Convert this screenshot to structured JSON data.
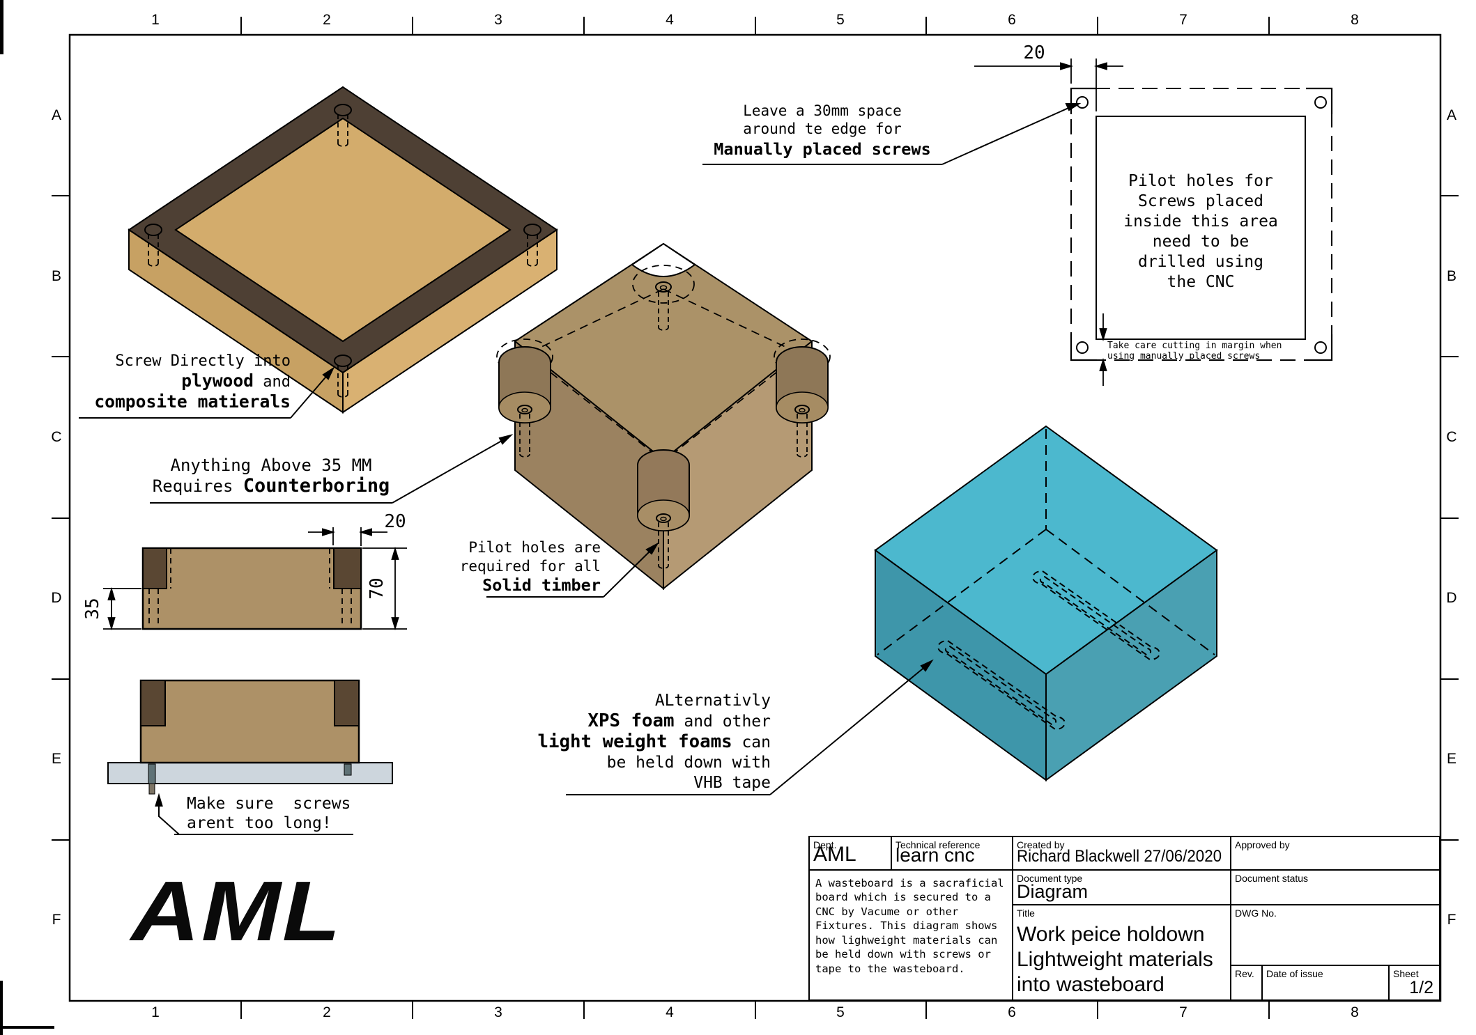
{
  "grid": {
    "cols": [
      "1",
      "2",
      "3",
      "4",
      "5",
      "6",
      "7",
      "8"
    ],
    "rows": [
      "A",
      "B",
      "C",
      "D",
      "E",
      "F"
    ]
  },
  "logo": "AML",
  "notes": {
    "space": {
      "l1": "Leave a 30mm space",
      "l2": "around te edge for",
      "l3": "Manually placed screws"
    },
    "screw_direct": {
      "l1": "Screw Directly into",
      "l2b": "plywood",
      "l2r": " and",
      "l3": "composite matierals"
    },
    "counterbore": {
      "l1": "Anything Above 35 MM",
      "l2r": "Requires ",
      "l2b": "Counterboring"
    },
    "pilot": {
      "l1": "Pilot holes are",
      "l2": "required for all",
      "l3": "Solid timber"
    },
    "foam": {
      "l1": "ALternativly",
      "l2b": "XPS foam",
      "l2r": " and other",
      "l3b": "light weight foams",
      "l3r": " can",
      "l4": "be held down with",
      "l5": "VHB tape"
    },
    "screw_length": {
      "l1": "Make sure  screws",
      "l2": "arent too long!"
    },
    "detail_area": "Pilot holes for\nScrews placed\ninside this area\nneed to be\ndrilled using\nthe CNC",
    "detail_margin_note": "Take care cutting in margin when\nusing manually placed screws"
  },
  "dims": {
    "detail_margin": "20",
    "counterbore_width": "20",
    "board_thickness": "70",
    "counterbore_depth": "35"
  },
  "title_block": {
    "dept_label": "Dept.",
    "dept_value": "AML",
    "techref_label": "Technical reference",
    "techref_value": "learn cnc",
    "created_label": "Created by",
    "created_value": "Richard Blackwell 27/06/2020",
    "approved_label": "Approved by",
    "doctype_label": "Document type",
    "doctype_value": "Diagram",
    "docstatus_label": "Document status",
    "title_label": "Title",
    "title_value": "Work peice holdown\nLightweight materials\ninto wasteboard",
    "dwg_label": "DWG No.",
    "rev_label": "Rev.",
    "date_label": "Date of issue",
    "sheet_label": "Sheet",
    "sheet_value": "1/2",
    "description": "A wasteboard is a sacraficial\nboard which is secured to a\nCNC by Vacume or other\nFixtures. This diagram shows\nhow lighweight materials can\nbe held down with screws or\ntape to the wasteboard."
  },
  "colors": {
    "plywood_top": "#d3ac6c",
    "plywood_side_l": "#c7a163",
    "plywood_side_r": "#d9b172",
    "frame_dark": "#4e4034",
    "timber_top": "#ab9268",
    "timber_side_l": "#9b8260",
    "timber_side_r": "#b59a74",
    "counterbore_dark": "#5a4733",
    "cross_section_wood": "#ad9167",
    "foam_top": "#4cb8ce",
    "foam_side_l": "#3e96aa",
    "foam_side_r": "#4aa0b2",
    "wasteboard_gray": "#cdd6dd",
    "screw_gray": "#5f7276",
    "line": "#000000"
  }
}
